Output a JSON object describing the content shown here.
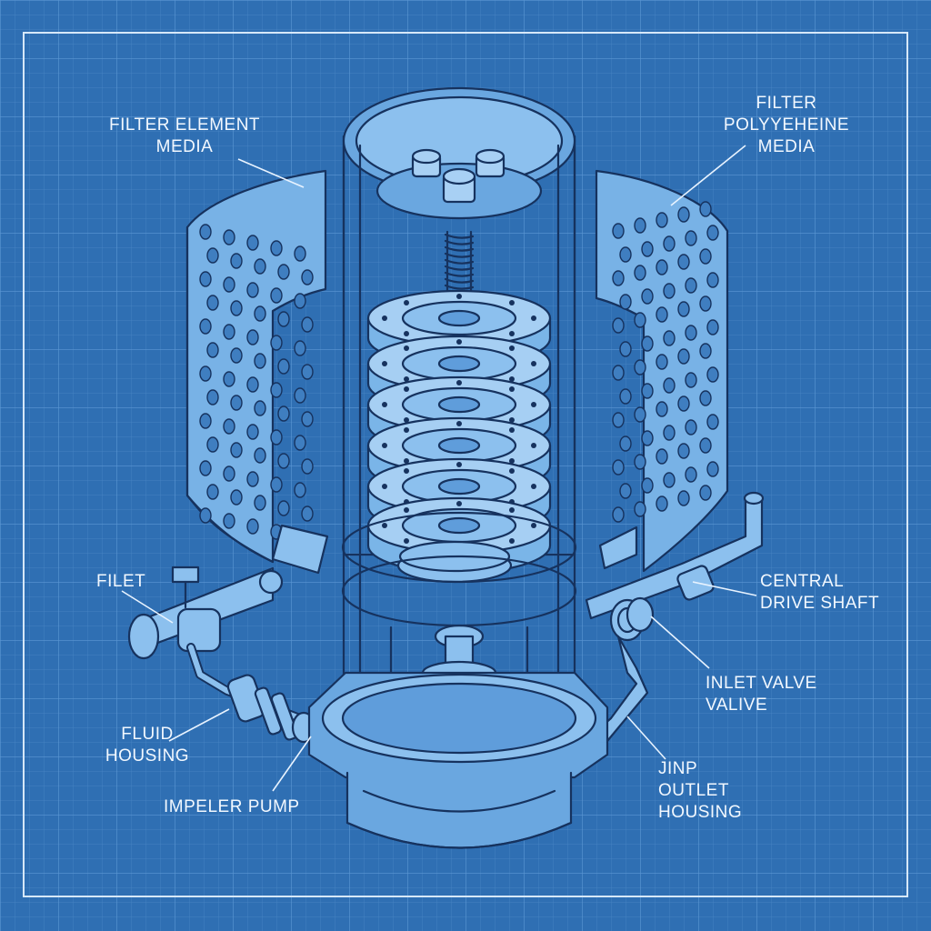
{
  "colors": {
    "background": "#2f6fb3",
    "grid_minor": "#4b88c8",
    "grid_major": "#5c97d4",
    "line": "#16325e",
    "fill_light": "#8cc0ee",
    "fill_mid": "#6aa7e0",
    "label": "#f2f8ff"
  },
  "labels": {
    "filter_element": [
      "FILTER ELEMENT",
      "MEDIA"
    ],
    "filter_poly": [
      "FILTER",
      "POLYYEHEINE",
      "MEDIA"
    ],
    "filet": [
      "FILET"
    ],
    "central_drive": [
      "CENTRAL",
      "DRIVE SHAFT"
    ],
    "inlet_valve": [
      "INLET VALVE",
      "VALIVE"
    ],
    "fluid_housing": [
      "FLUID",
      "HOUSING"
    ],
    "impeller_pump": [
      "IMPELER PUMP"
    ],
    "outlet_housing": [
      "JINP",
      "OUTLET",
      "HOUSING"
    ]
  }
}
